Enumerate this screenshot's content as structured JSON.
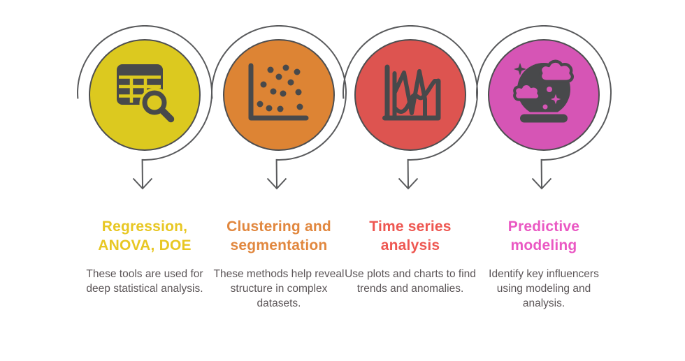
{
  "background_color": "#ffffff",
  "line_color": "#595a5c",
  "icon_color": "#48494b",
  "body_text_color": "#5b5557",
  "columns": [
    {
      "id": "regression",
      "icon": "table-search-icon",
      "circle_color": "#dcc91f",
      "heading_color": "#e8c723",
      "heading_lines": [
        "Regression,",
        "ANOVA, DOE"
      ],
      "body": "These tools are used for deep statistical analysis."
    },
    {
      "id": "clustering",
      "icon": "scatter-plot-icon",
      "circle_color": "#dd8434",
      "heading_color": "#e1873e",
      "heading_lines": [
        "Clustering and",
        "segmentation"
      ],
      "body": "These methods help reveal structure in complex datasets."
    },
    {
      "id": "time-series",
      "icon": "time-series-chart-icon",
      "circle_color": "#dd5450",
      "heading_color": "#ee5751",
      "heading_lines": [
        "Time series",
        "analysis"
      ],
      "body": "Use plots and charts to find trends and anomalies."
    },
    {
      "id": "predictive",
      "icon": "crystal-ball-icon",
      "circle_color": "#d655b5",
      "heading_color": "#ea58c3",
      "heading_lines": [
        "Predictive",
        "modeling"
      ],
      "body": "Identify key influencers using modeling and analysis."
    }
  ]
}
